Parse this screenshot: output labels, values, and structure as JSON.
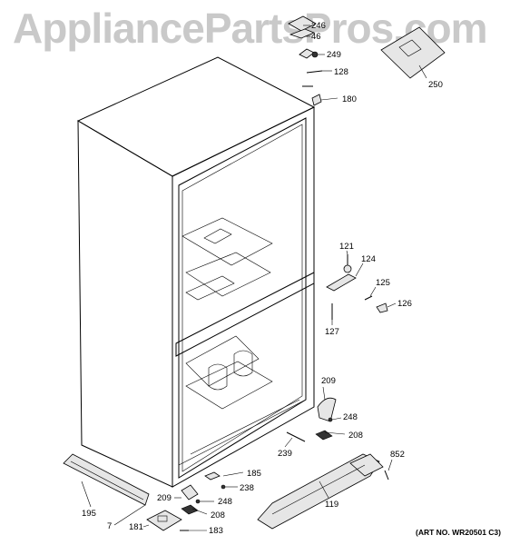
{
  "watermark": "AppliancePartsPros.com",
  "art_number": "(ART NO. WR20501 C3)",
  "callouts": [
    {
      "id": "c246",
      "text": "246"
    },
    {
      "id": "c46",
      "text": "46"
    },
    {
      "id": "c249",
      "text": "249"
    },
    {
      "id": "c128",
      "text": "128"
    },
    {
      "id": "c250",
      "text": "250"
    },
    {
      "id": "c180",
      "text": "180"
    },
    {
      "id": "c121",
      "text": "121"
    },
    {
      "id": "c124",
      "text": "124"
    },
    {
      "id": "c125",
      "text": "125"
    },
    {
      "id": "c126",
      "text": "126"
    },
    {
      "id": "c127",
      "text": "127"
    },
    {
      "id": "c209a",
      "text": "209"
    },
    {
      "id": "c248a",
      "text": "248"
    },
    {
      "id": "c208a",
      "text": "208"
    },
    {
      "id": "c239",
      "text": "239"
    },
    {
      "id": "c852",
      "text": "852"
    },
    {
      "id": "c185",
      "text": "185"
    },
    {
      "id": "c238",
      "text": "238"
    },
    {
      "id": "c209b",
      "text": "209"
    },
    {
      "id": "c248b",
      "text": "248"
    },
    {
      "id": "c208b",
      "text": "208"
    },
    {
      "id": "c195",
      "text": "195"
    },
    {
      "id": "c7",
      "text": "7"
    },
    {
      "id": "c181",
      "text": "181"
    },
    {
      "id": "c183",
      "text": "183"
    },
    {
      "id": "c119",
      "text": "119"
    }
  ]
}
